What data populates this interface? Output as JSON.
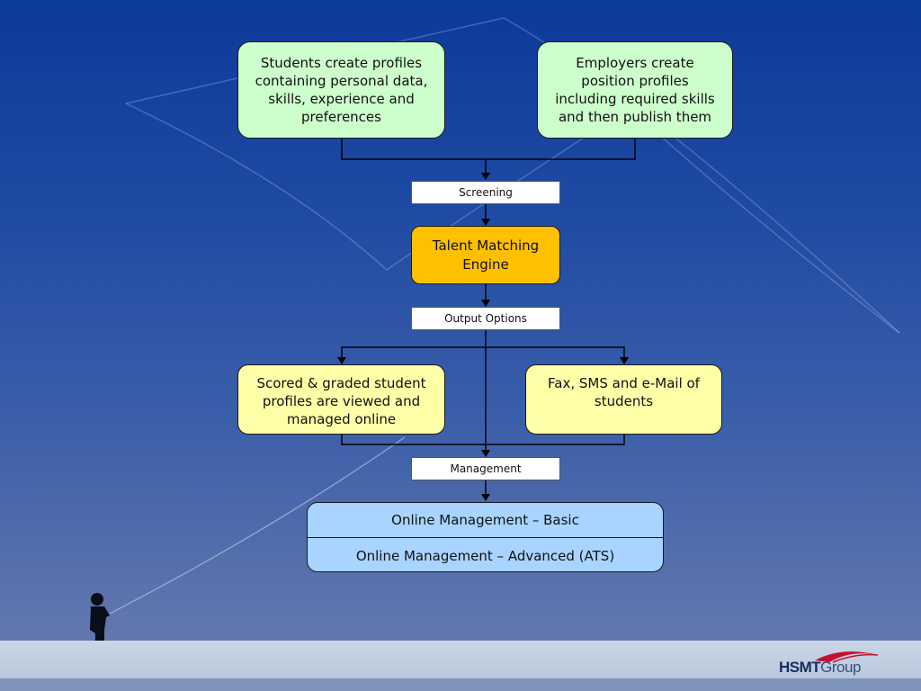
{
  "nodes": {
    "students": "Students create profiles containing personal data, skills, experience and preferences",
    "employers": "Employers create position profiles including required skills and then publish them",
    "screening": "Screening",
    "engine": "Talent Matching Engine",
    "output": "Output Options",
    "scored": "Scored & graded student profiles are viewed and managed online",
    "fax": "Fax, SMS and e-Mail of students",
    "management": "Management",
    "mgmt_basic": "Online Management – Basic",
    "mgmt_advanced": "Online Management – Advanced (ATS)"
  },
  "logo": {
    "bold": "HSMT",
    "light": "Group"
  },
  "colors": {
    "green_box": "#ccffcc",
    "yellow_box": "#ffffa8",
    "engine_box": "#ffc000",
    "mgmt_box": "#a8d4ff",
    "logo_swoosh": "#c8102e"
  }
}
